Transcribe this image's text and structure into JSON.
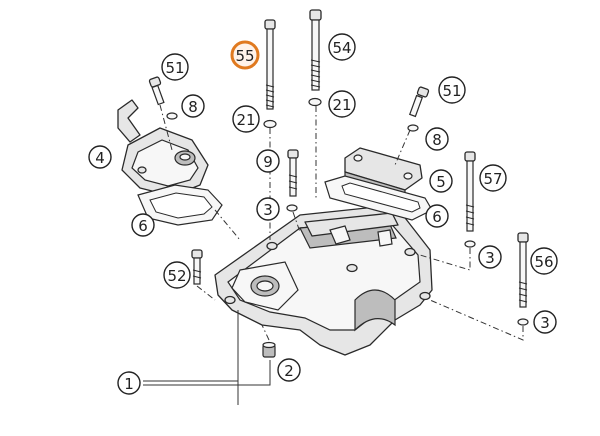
{
  "highlight_color": "#e07a20",
  "callouts": [
    {
      "id": "c55",
      "label": "55",
      "highlight": true
    },
    {
      "id": "c54",
      "label": "54"
    },
    {
      "id": "c51a",
      "label": "51"
    },
    {
      "id": "c8a",
      "label": "8"
    },
    {
      "id": "c21a",
      "label": "21"
    },
    {
      "id": "c21b",
      "label": "21"
    },
    {
      "id": "c51b",
      "label": "51"
    },
    {
      "id": "c8b",
      "label": "8"
    },
    {
      "id": "c4",
      "label": "4"
    },
    {
      "id": "c9",
      "label": "9"
    },
    {
      "id": "c5",
      "label": "5"
    },
    {
      "id": "c57",
      "label": "57"
    },
    {
      "id": "c6a",
      "label": "6"
    },
    {
      "id": "c3a",
      "label": "3"
    },
    {
      "id": "c6b",
      "label": "6"
    },
    {
      "id": "c3b",
      "label": "3"
    },
    {
      "id": "c56",
      "label": "56"
    },
    {
      "id": "c52",
      "label": "52"
    },
    {
      "id": "c3c",
      "label": "3"
    },
    {
      "id": "c2",
      "label": "2"
    },
    {
      "id": "c1",
      "label": "1"
    }
  ]
}
